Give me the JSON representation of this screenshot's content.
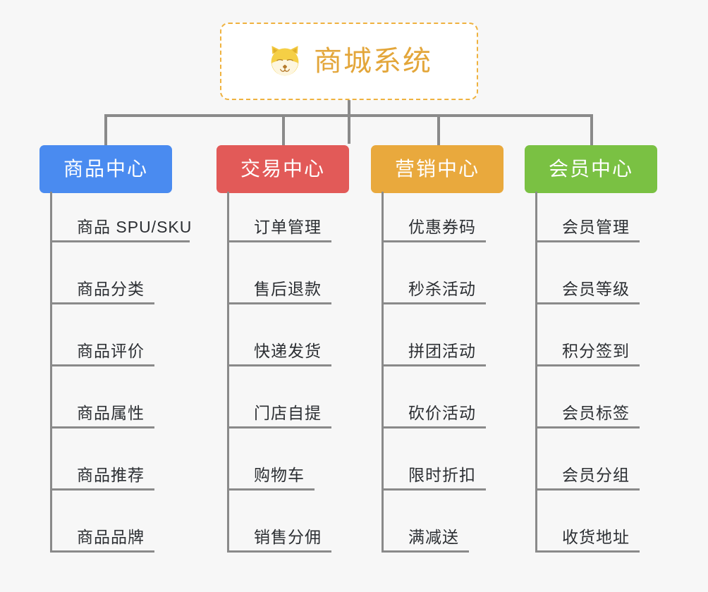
{
  "page": {
    "background_color": "#f7f7f7",
    "line_color": "#8a8a8a",
    "leaf_text_color": "#2c2f33"
  },
  "root": {
    "title": "商城系统",
    "icon": "shiba-dog-icon",
    "text_color": "#e3a63a",
    "border_color": "#efb23f",
    "background_color": "#ffffff"
  },
  "columns": [
    {
      "id": "product-center",
      "label": "商品中心",
      "color": "#4a8bf0",
      "items": [
        "商品 SPU/SKU",
        "商品分类",
        "商品评价",
        "商品属性",
        "商品推荐",
        "商品品牌"
      ]
    },
    {
      "id": "trade-center",
      "label": "交易中心",
      "color": "#e25a58",
      "items": [
        "订单管理",
        "售后退款",
        "快递发货",
        "门店自提",
        "购物车",
        "销售分佣"
      ]
    },
    {
      "id": "marketing-center",
      "label": "营销中心",
      "color": "#e9a93d",
      "items": [
        "优惠券码",
        "秒杀活动",
        "拼团活动",
        "砍价活动",
        "限时折扣",
        "满减送"
      ]
    },
    {
      "id": "member-center",
      "label": "会员中心",
      "color": "#7ac143",
      "items": [
        "会员管理",
        "会员等级",
        "积分签到",
        "会员标签",
        "会员分组",
        "收货地址"
      ]
    }
  ]
}
